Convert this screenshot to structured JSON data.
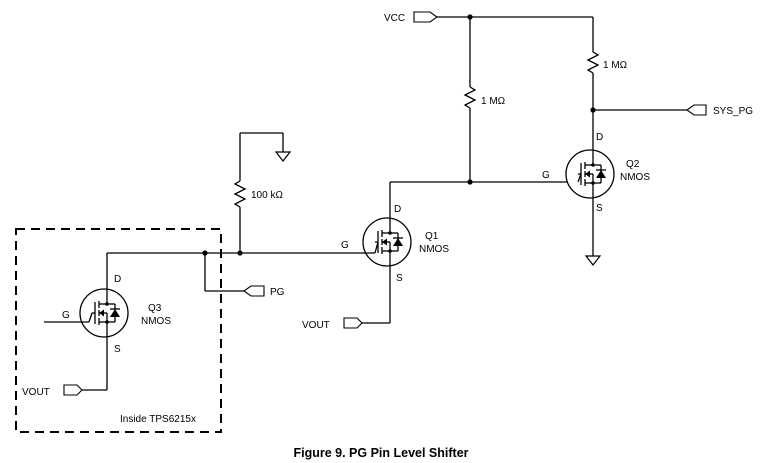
{
  "figure": {
    "caption": "Figure 9. PG Pin Level Shifter",
    "box_label": "Inside TPS6215x"
  },
  "nets": {
    "vcc": "VCC",
    "vout_q1": "VOUT",
    "vout_q3": "VOUT",
    "pg": "PG",
    "sys_pg": "SYS_PG"
  },
  "resistors": {
    "r_q1": "1 MΩ",
    "r_q2": "1 MΩ",
    "r_pg": "100 kΩ"
  },
  "transistors": {
    "q1": {
      "name": "Q1",
      "type": "NMOS",
      "g": "G",
      "d": "D",
      "s": "S"
    },
    "q2": {
      "name": "Q2",
      "type": "NMOS",
      "g": "G",
      "d": "D",
      "s": "S"
    },
    "q3": {
      "name": "Q3",
      "type": "NMOS",
      "g": "G",
      "d": "D",
      "s": "S"
    }
  }
}
